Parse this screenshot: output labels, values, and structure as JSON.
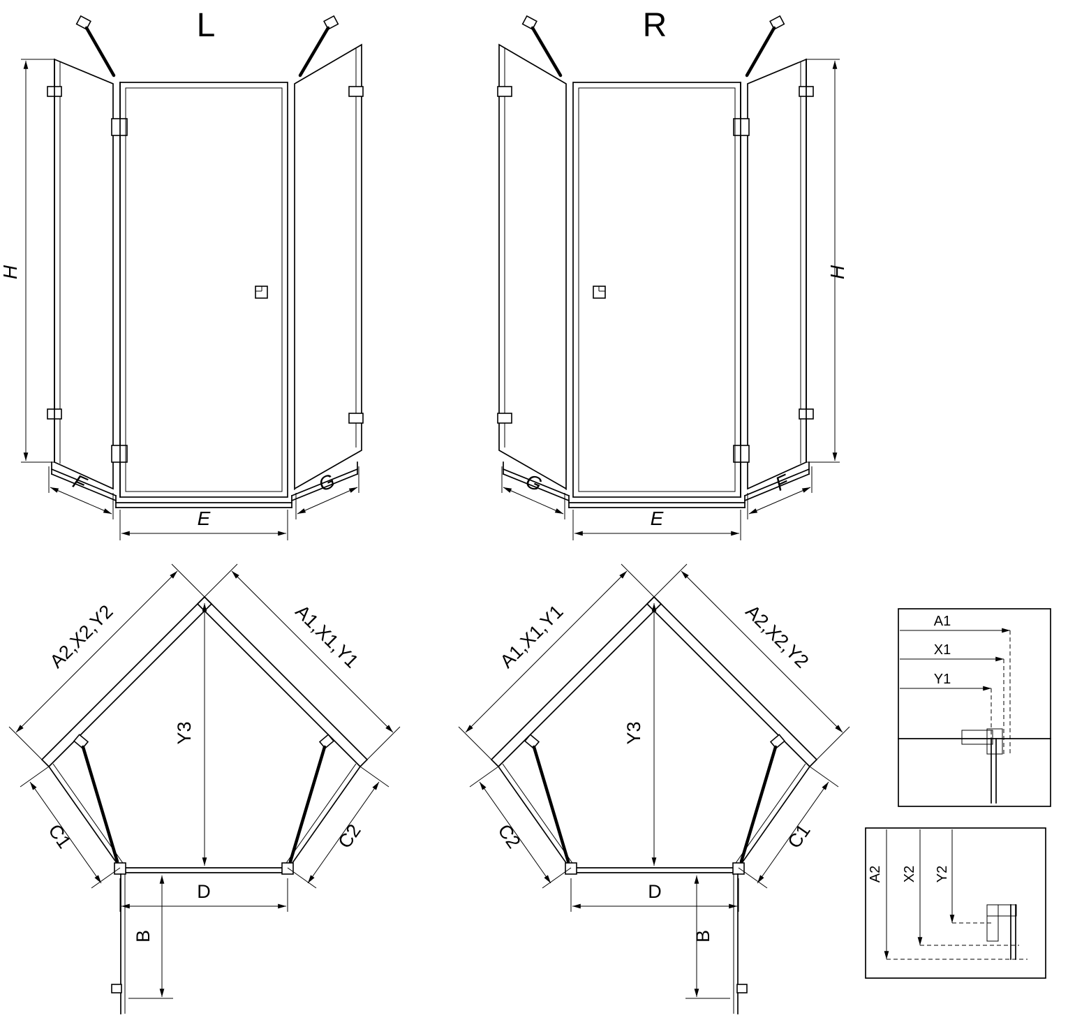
{
  "colors": {
    "line": "#000000",
    "background": "#ffffff"
  },
  "drawing": {
    "front_left": {
      "title": "L",
      "height": "H",
      "bottom_left": "F",
      "bottom_center": "E",
      "bottom_right": "G"
    },
    "front_right": {
      "title": "R",
      "height": "H",
      "bottom_left": "G",
      "bottom_center": "E",
      "bottom_right": "F"
    },
    "plan_left": {
      "wall_left": "A2,X2,Y2",
      "wall_right": "A1,X1,Y1",
      "depth": "Y3",
      "side_left": "C1",
      "side_right": "C2",
      "front_width": "D",
      "return_panel": "B"
    },
    "plan_right": {
      "wall_left": "A1,X1,Y1",
      "wall_right": "A2,X2,Y2",
      "depth": "Y3",
      "side_left": "C2",
      "side_right": "C1",
      "front_width": "D",
      "return_panel": "B"
    },
    "detail_horizontal": {
      "dims": [
        "A1",
        "X1",
        "Y1"
      ]
    },
    "detail_vertical": {
      "dims": [
        "A2",
        "X2",
        "Y2"
      ]
    }
  }
}
